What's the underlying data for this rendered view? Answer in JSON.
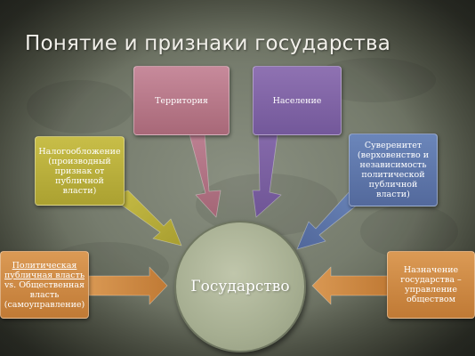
{
  "title": "Понятие и признаки государства",
  "center": {
    "label": "Государство"
  },
  "boxes": {
    "territory": {
      "label": "Территория"
    },
    "population": {
      "label": "Население"
    },
    "taxation": {
      "lines": [
        "Налогообложение",
        "(производный",
        "признак от",
        "публичной власти)"
      ]
    },
    "sovereignty": {
      "lines": [
        "Суверенитет",
        "(верховенство и",
        "независимость",
        "политической",
        "публичной власти)"
      ]
    },
    "political_power": {
      "lines": [
        "Политическая",
        "публичная власть",
        "vs. Общественная",
        "власть",
        "(самоуправление)"
      ]
    },
    "purpose": {
      "lines": [
        "Назначение",
        "государства –",
        "управление",
        "обществом"
      ]
    }
  },
  "colors": {
    "pink": "#b87889",
    "purple": "#8165a6",
    "yellow": "#bab03c",
    "blue": "#5f77ab",
    "orange": "#d08a45",
    "circle": "#a6ae91"
  }
}
